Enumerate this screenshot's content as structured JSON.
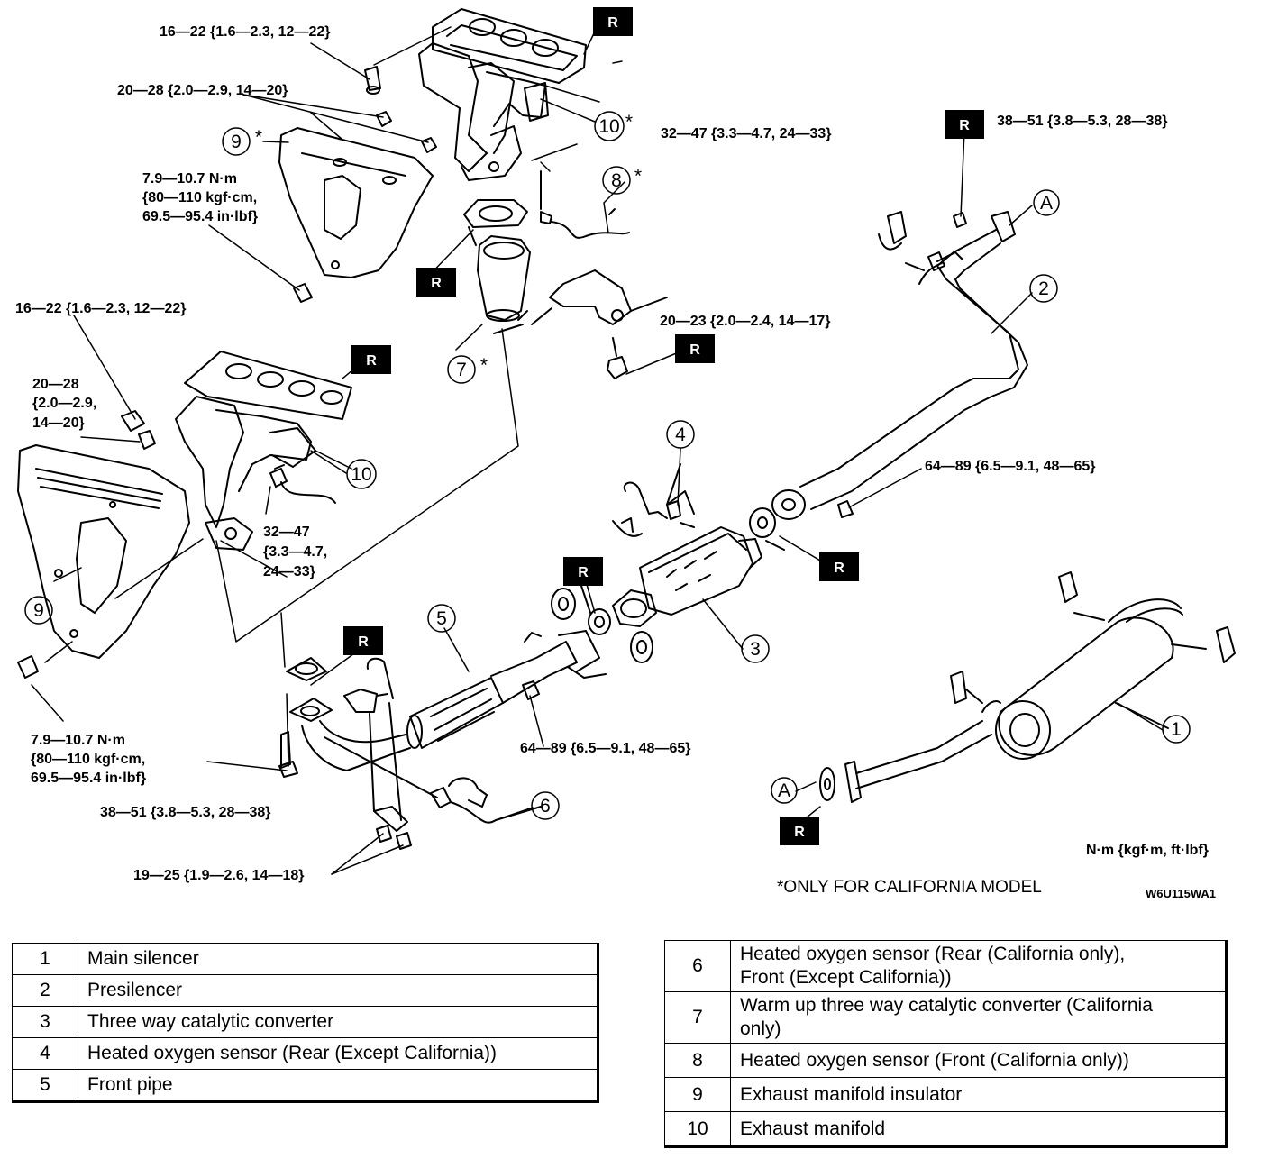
{
  "torque_specs": {
    "t_upper_bolt": "16—22 {1.6—2.3, 12—22}",
    "t_upper_nut": "20—28 {2.0—2.9, 14—20}",
    "t_upper_insulator_1": "7.9—10.7 N·m",
    "t_upper_insulator_2": "{80—110 kgf·cm,",
    "t_upper_insulator_3": "69.5—95.4 in·lbf}",
    "t_upper_manifold_nut": "32—47 {3.3—4.7, 24—33}",
    "t_presilencer_nut": "38—51 {3.8—5.3, 28—38}",
    "t_lower_bolt": "16—22 {1.6—2.3, 12—22}",
    "t_bracket_bolt": "20—23 {2.0—2.4, 14—17}",
    "t_lower_nut_1": "20—28",
    "t_lower_nut_2": "{2.0—2.9,",
    "t_lower_nut_3": "14—20}",
    "t_converter_nut": "64—89 {6.5—9.1, 48—65}",
    "t_lower_manifold_nut_1": "32—47",
    "t_lower_manifold_nut_2": "{3.3—4.7,",
    "t_lower_manifold_nut_3": "24—33}",
    "t_lower_insulator_1": "7.9—10.7 N·m",
    "t_lower_insulator_2": "{80—110 kgf·cm,",
    "t_lower_insulator_3": "69.5—95.4 in·lbf}",
    "t_frontpipe_nut": "64—89 {6.5—9.1, 48—65}",
    "t_frontpipe_lower": "38—51 {3.8—5.3, 28—38}",
    "t_bracket_nuts": "19—25 {1.9—2.6, 14—18}"
  },
  "units_note": "N·m {kgf·m, ft·lbf}",
  "california_note": "*ONLY FOR CALIFORNIA MODEL",
  "figure_code": "W6U115WA1",
  "replace_mark": "R",
  "connection_mark": "A",
  "callouts": {
    "c1": "1",
    "c2": "2",
    "c3": "3",
    "c4": "4",
    "c5": "5",
    "c6": "6",
    "c7": "7",
    "c8": "8",
    "c9": "9",
    "c10": "10",
    "star": "*"
  },
  "legend_left": [
    {
      "no": "1",
      "name": "Main silencer"
    },
    {
      "no": "2",
      "name": "Presilencer"
    },
    {
      "no": "3",
      "name": "Three way catalytic converter"
    },
    {
      "no": "4",
      "name": "Heated oxygen sensor (Rear (Except California))"
    },
    {
      "no": "5",
      "name": "Front pipe"
    }
  ],
  "legend_right": [
    {
      "no": "6",
      "name": "Heated oxygen sensor (Rear (California only),\nFront (Except California))"
    },
    {
      "no": "7",
      "name": "Warm up three way catalytic converter (California\nonly)"
    },
    {
      "no": "8",
      "name": "Heated oxygen sensor (Front (California only))"
    },
    {
      "no": "9",
      "name": "Exhaust manifold insulator"
    },
    {
      "no": "10",
      "name": "Exhaust manifold"
    }
  ]
}
